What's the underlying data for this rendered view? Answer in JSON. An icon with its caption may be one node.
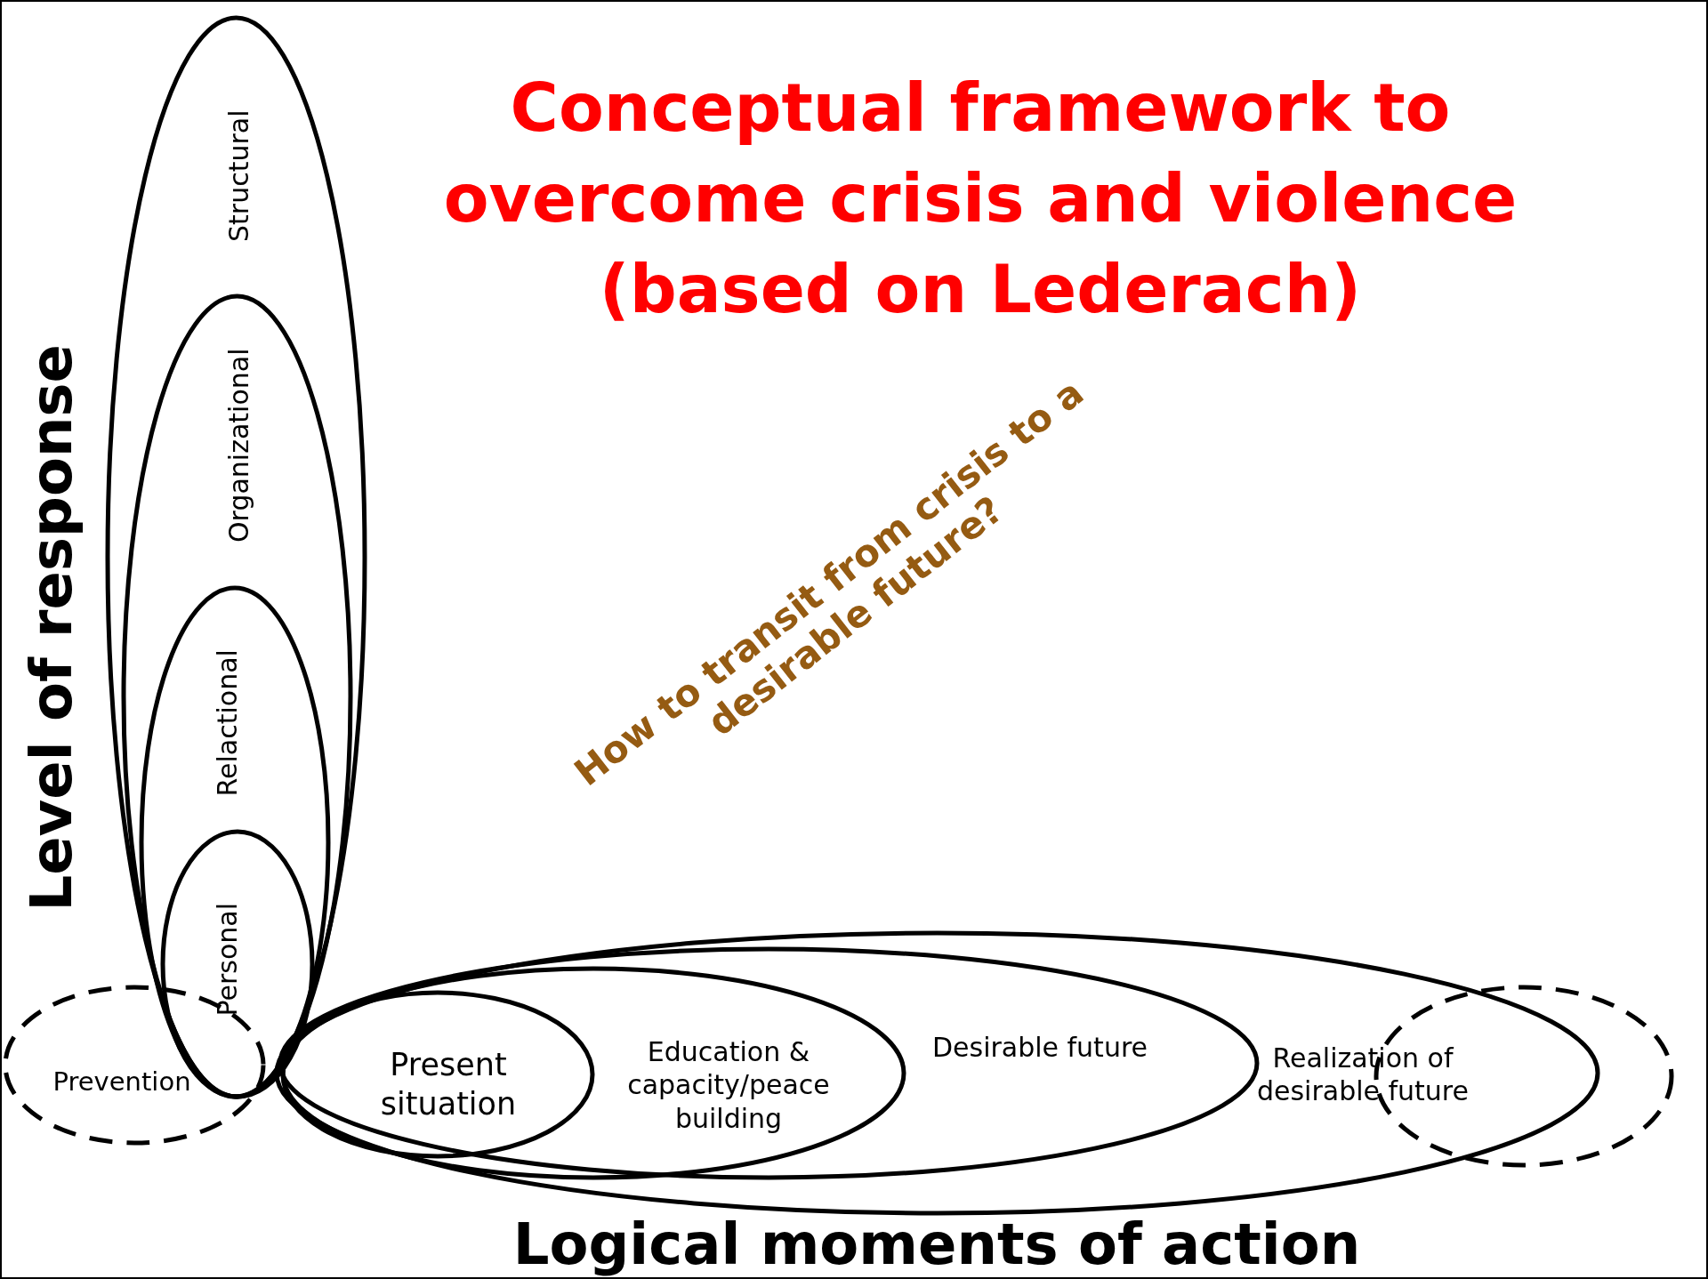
{
  "diagram": {
    "title": "Conceptual framework to overcome crisis and violence (based on Lederach)",
    "nodes": [
      {
        "text": [
          "Structural"
        ]
      },
      {
        "text": [
          "Organizational"
        ],
        "in": 0
      },
      {
        "text": [
          "Relactional"
        ],
        "in": 1
      },
      {
        "text": [
          "Personal"
        ],
        "in": 2
      },
      {
        "text": [
          "Prevention"
        ]
      },
      {
        "text": [
          "Realization of desirable future"
        ]
      },
      {
        "text": [
          "Desirable future"
        ],
        "in": 5
      },
      {
        "text": [
          "Education & capacity/peace building"
        ],
        "in": 6
      },
      {
        "text": [
          "Present situation"
        ],
        "in": 7
      },
      {
        "text": [],
        "shape": "circle"
      }
    ],
    "edges": [],
    "labels": [
      "Level of response",
      "How to transit from crisis to a desirable future?",
      "Logical moments of action"
    ]
  }
}
